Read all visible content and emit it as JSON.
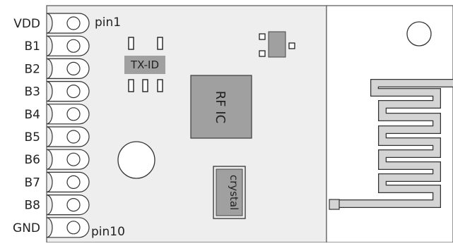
{
  "pins": {
    "labels": [
      "VDD",
      "B1",
      "B2",
      "B3",
      "B4",
      "B5",
      "B6",
      "B7",
      "B8",
      "GND"
    ],
    "first_marker": "pin1",
    "last_marker": "pin10"
  },
  "components": {
    "tx_id": "TX-ID",
    "rf_ic": "RF IC",
    "crystal": "crystal"
  },
  "colors": {
    "board": "#eeeeee",
    "chip": "#a0a0a0",
    "trace": "#d4d4d4",
    "outline": "#333333"
  }
}
